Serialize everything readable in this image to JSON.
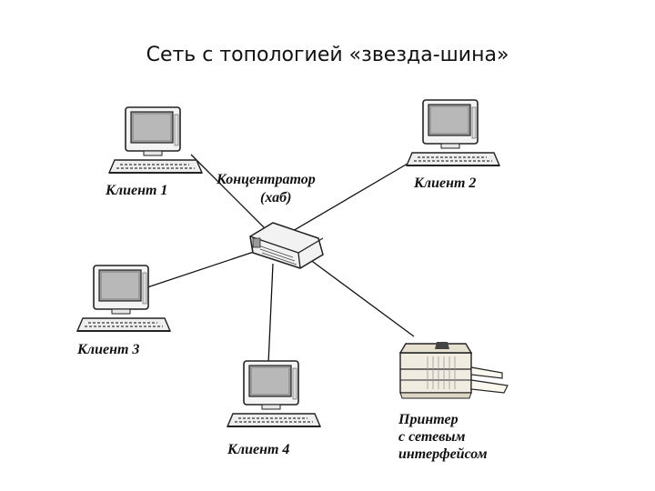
{
  "title": "Сеть с топологией «звезда-шина»",
  "hub": {
    "label_line1": "Концентратор",
    "label_line2": "(хаб)"
  },
  "clients": [
    {
      "label": "Клиент 1"
    },
    {
      "label": "Клиент 2"
    },
    {
      "label": "Клиент 3"
    },
    {
      "label": "Клиент 4"
    }
  ],
  "printer": {
    "label_line1": "Принтер",
    "label_line2": "с сетевым",
    "label_line3": "интерфейсом"
  }
}
